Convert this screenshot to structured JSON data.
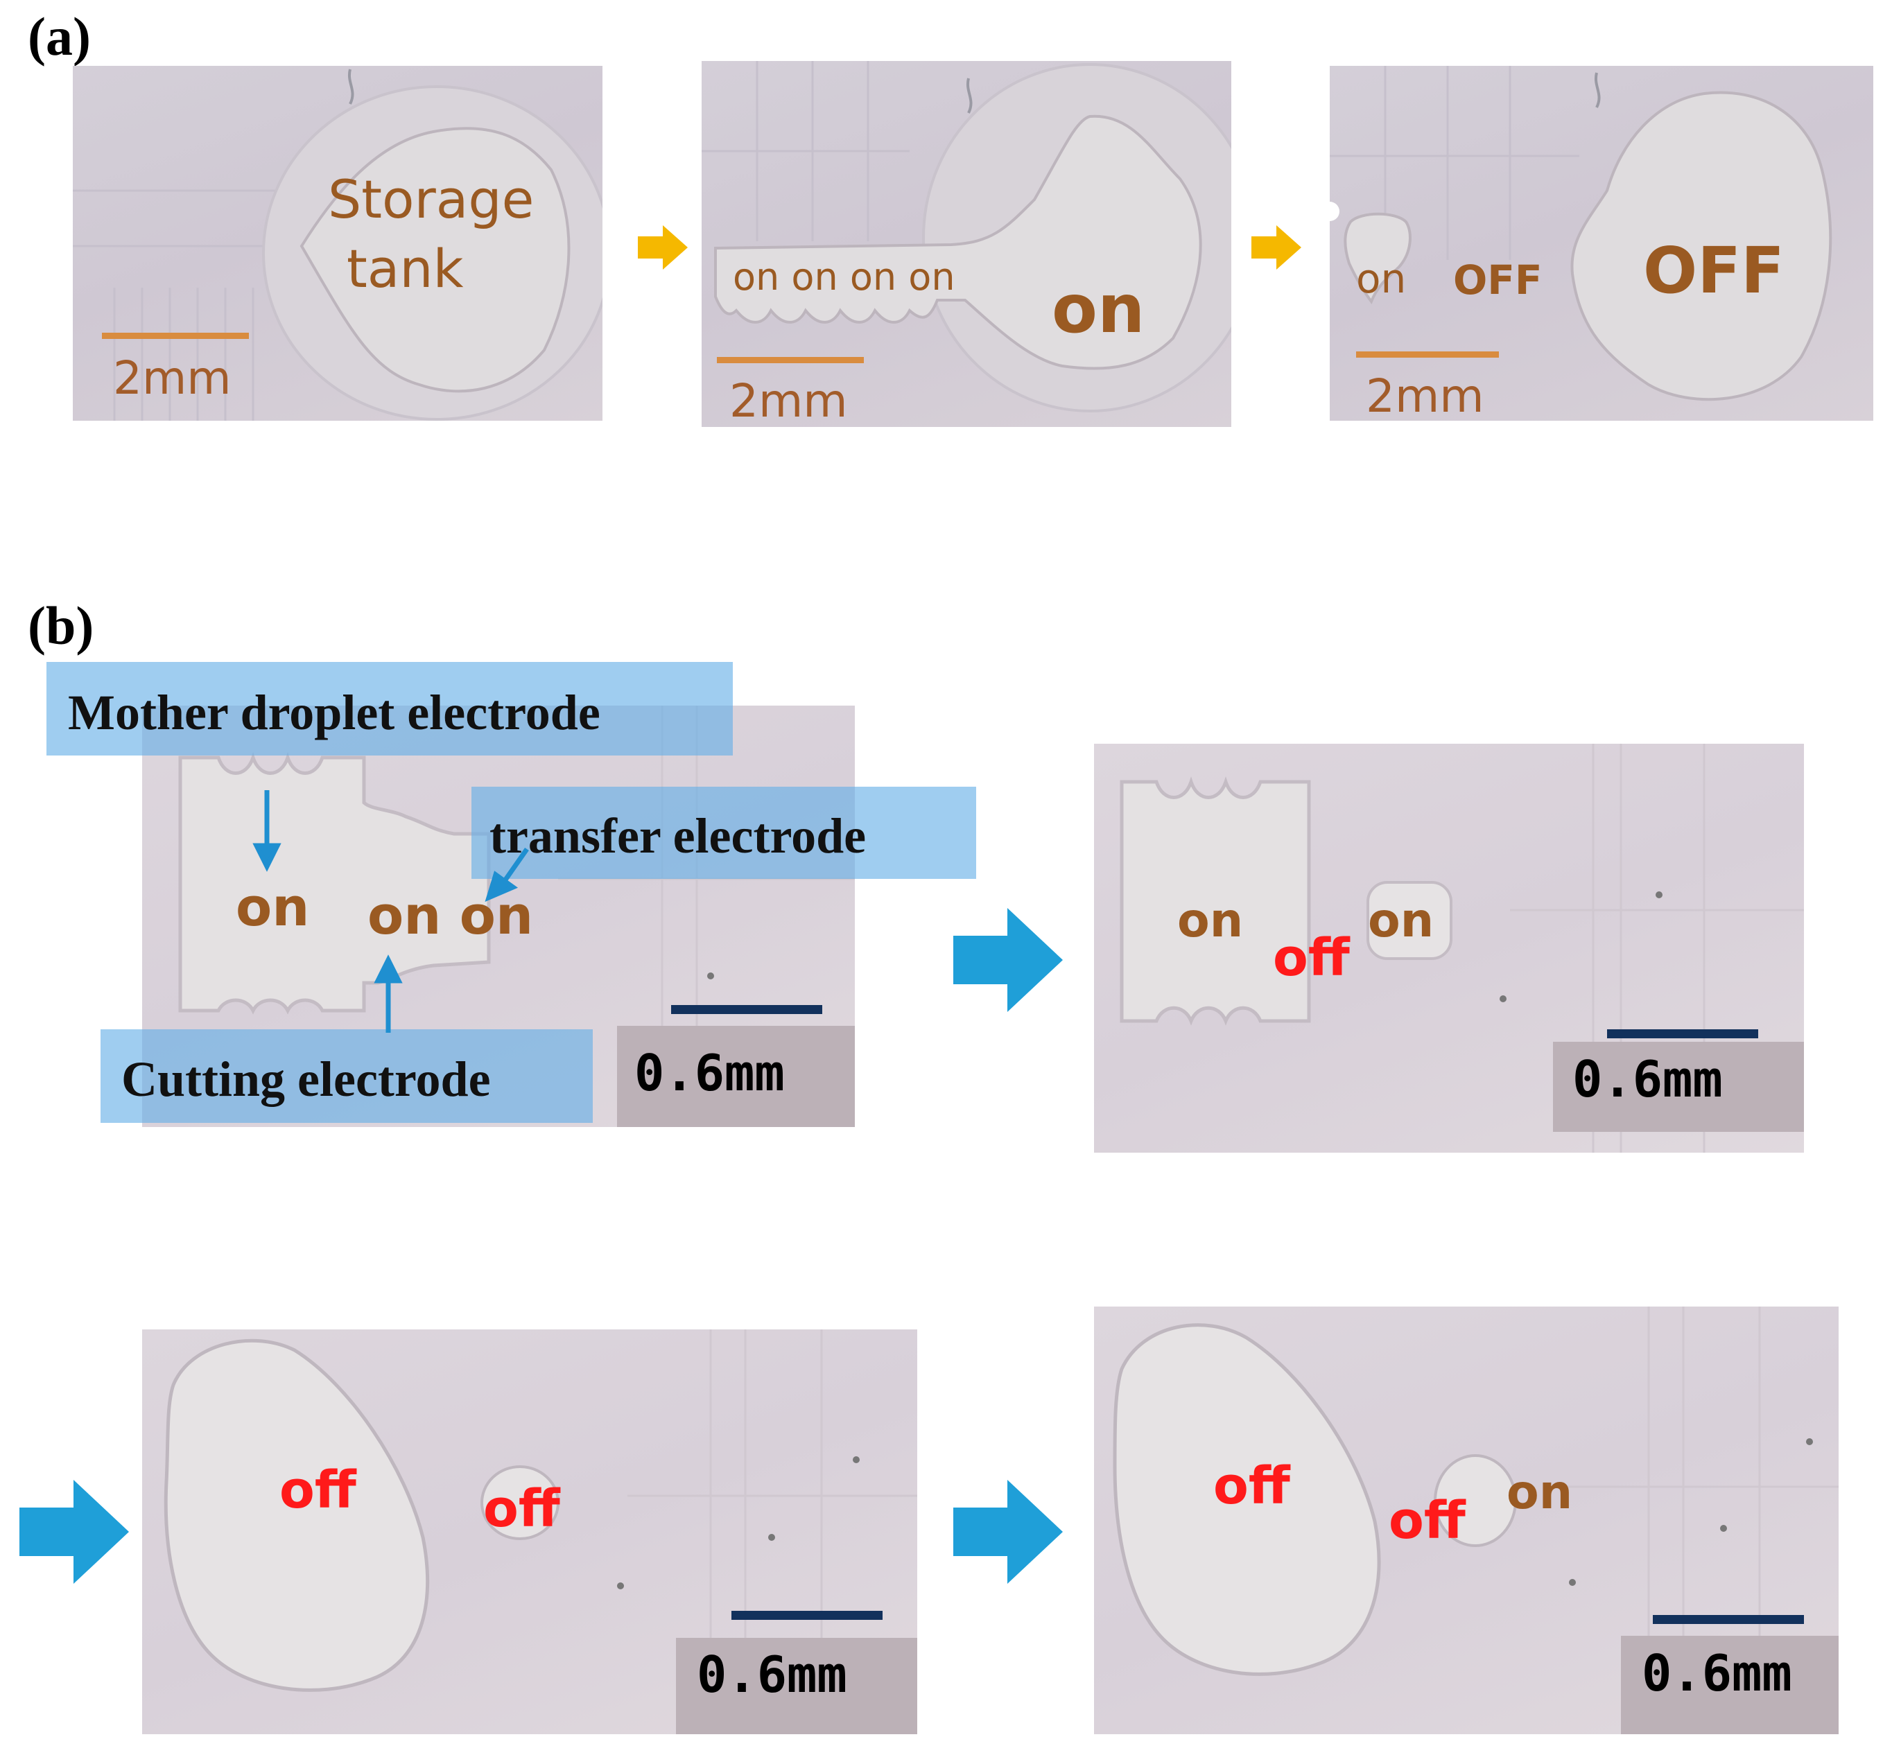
{
  "panel_a": {
    "letter": "(a)",
    "frames": [
      {
        "labels": [
          "Storage",
          "tank"
        ],
        "scale": "2mm"
      },
      {
        "labels": [
          "on on on on",
          "on"
        ],
        "scale": "2mm"
      },
      {
        "labels": [
          "on",
          "OFF",
          "OFF"
        ],
        "scale": "2mm"
      }
    ]
  },
  "panel_b": {
    "letter": "(b)",
    "callouts": {
      "mother": "Mother droplet electrode",
      "transfer": "transfer electrode",
      "cutting": "Cutting electrode"
    },
    "frame1": {
      "labels": [
        "on",
        "on on"
      ],
      "scale": "0.6mm"
    },
    "frame2": {
      "labels": [
        "on",
        "off",
        "on"
      ],
      "scale": "0.6mm"
    },
    "frame3": {
      "labels": [
        "off",
        "off"
      ],
      "scale": "0.6mm"
    },
    "frame4": {
      "labels": [
        "off",
        "off",
        "on"
      ],
      "scale": "0.6mm"
    }
  },
  "colors": {
    "on_label": "#9a5a22",
    "off_label": "#ff1a1a",
    "arrow_a": "#f5b800",
    "arrow_b": "#1f9fd8",
    "callout": "#64afe6",
    "scalebar_b": "#12315c"
  }
}
